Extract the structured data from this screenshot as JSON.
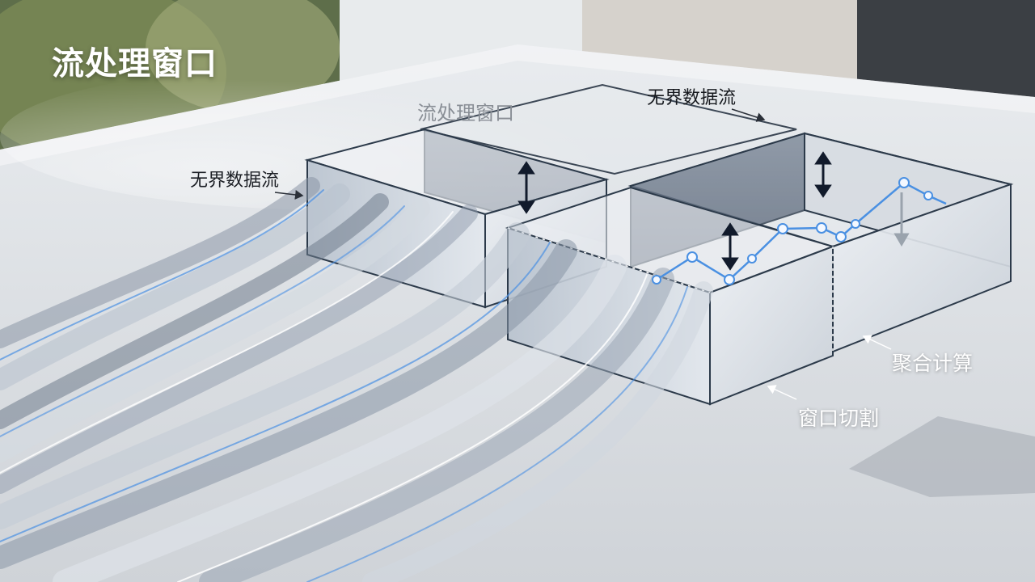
{
  "title": "流处理窗口",
  "labels": {
    "stream_left": "无界数据流",
    "window_top": "流处理窗口",
    "stream_right": "无界数据流",
    "aggregate": "聚合计算",
    "window_cut": "窗口切割"
  },
  "colors": {
    "accent_blue": "#4a90e2",
    "box_edge": "#2c3a4a",
    "point_fill": "#f4f8ff",
    "arrow_dark": "#111a2b"
  },
  "icons": [
    "double-arrow-icon",
    "down-arrow-icon",
    "pointer-arrow-icon"
  ]
}
